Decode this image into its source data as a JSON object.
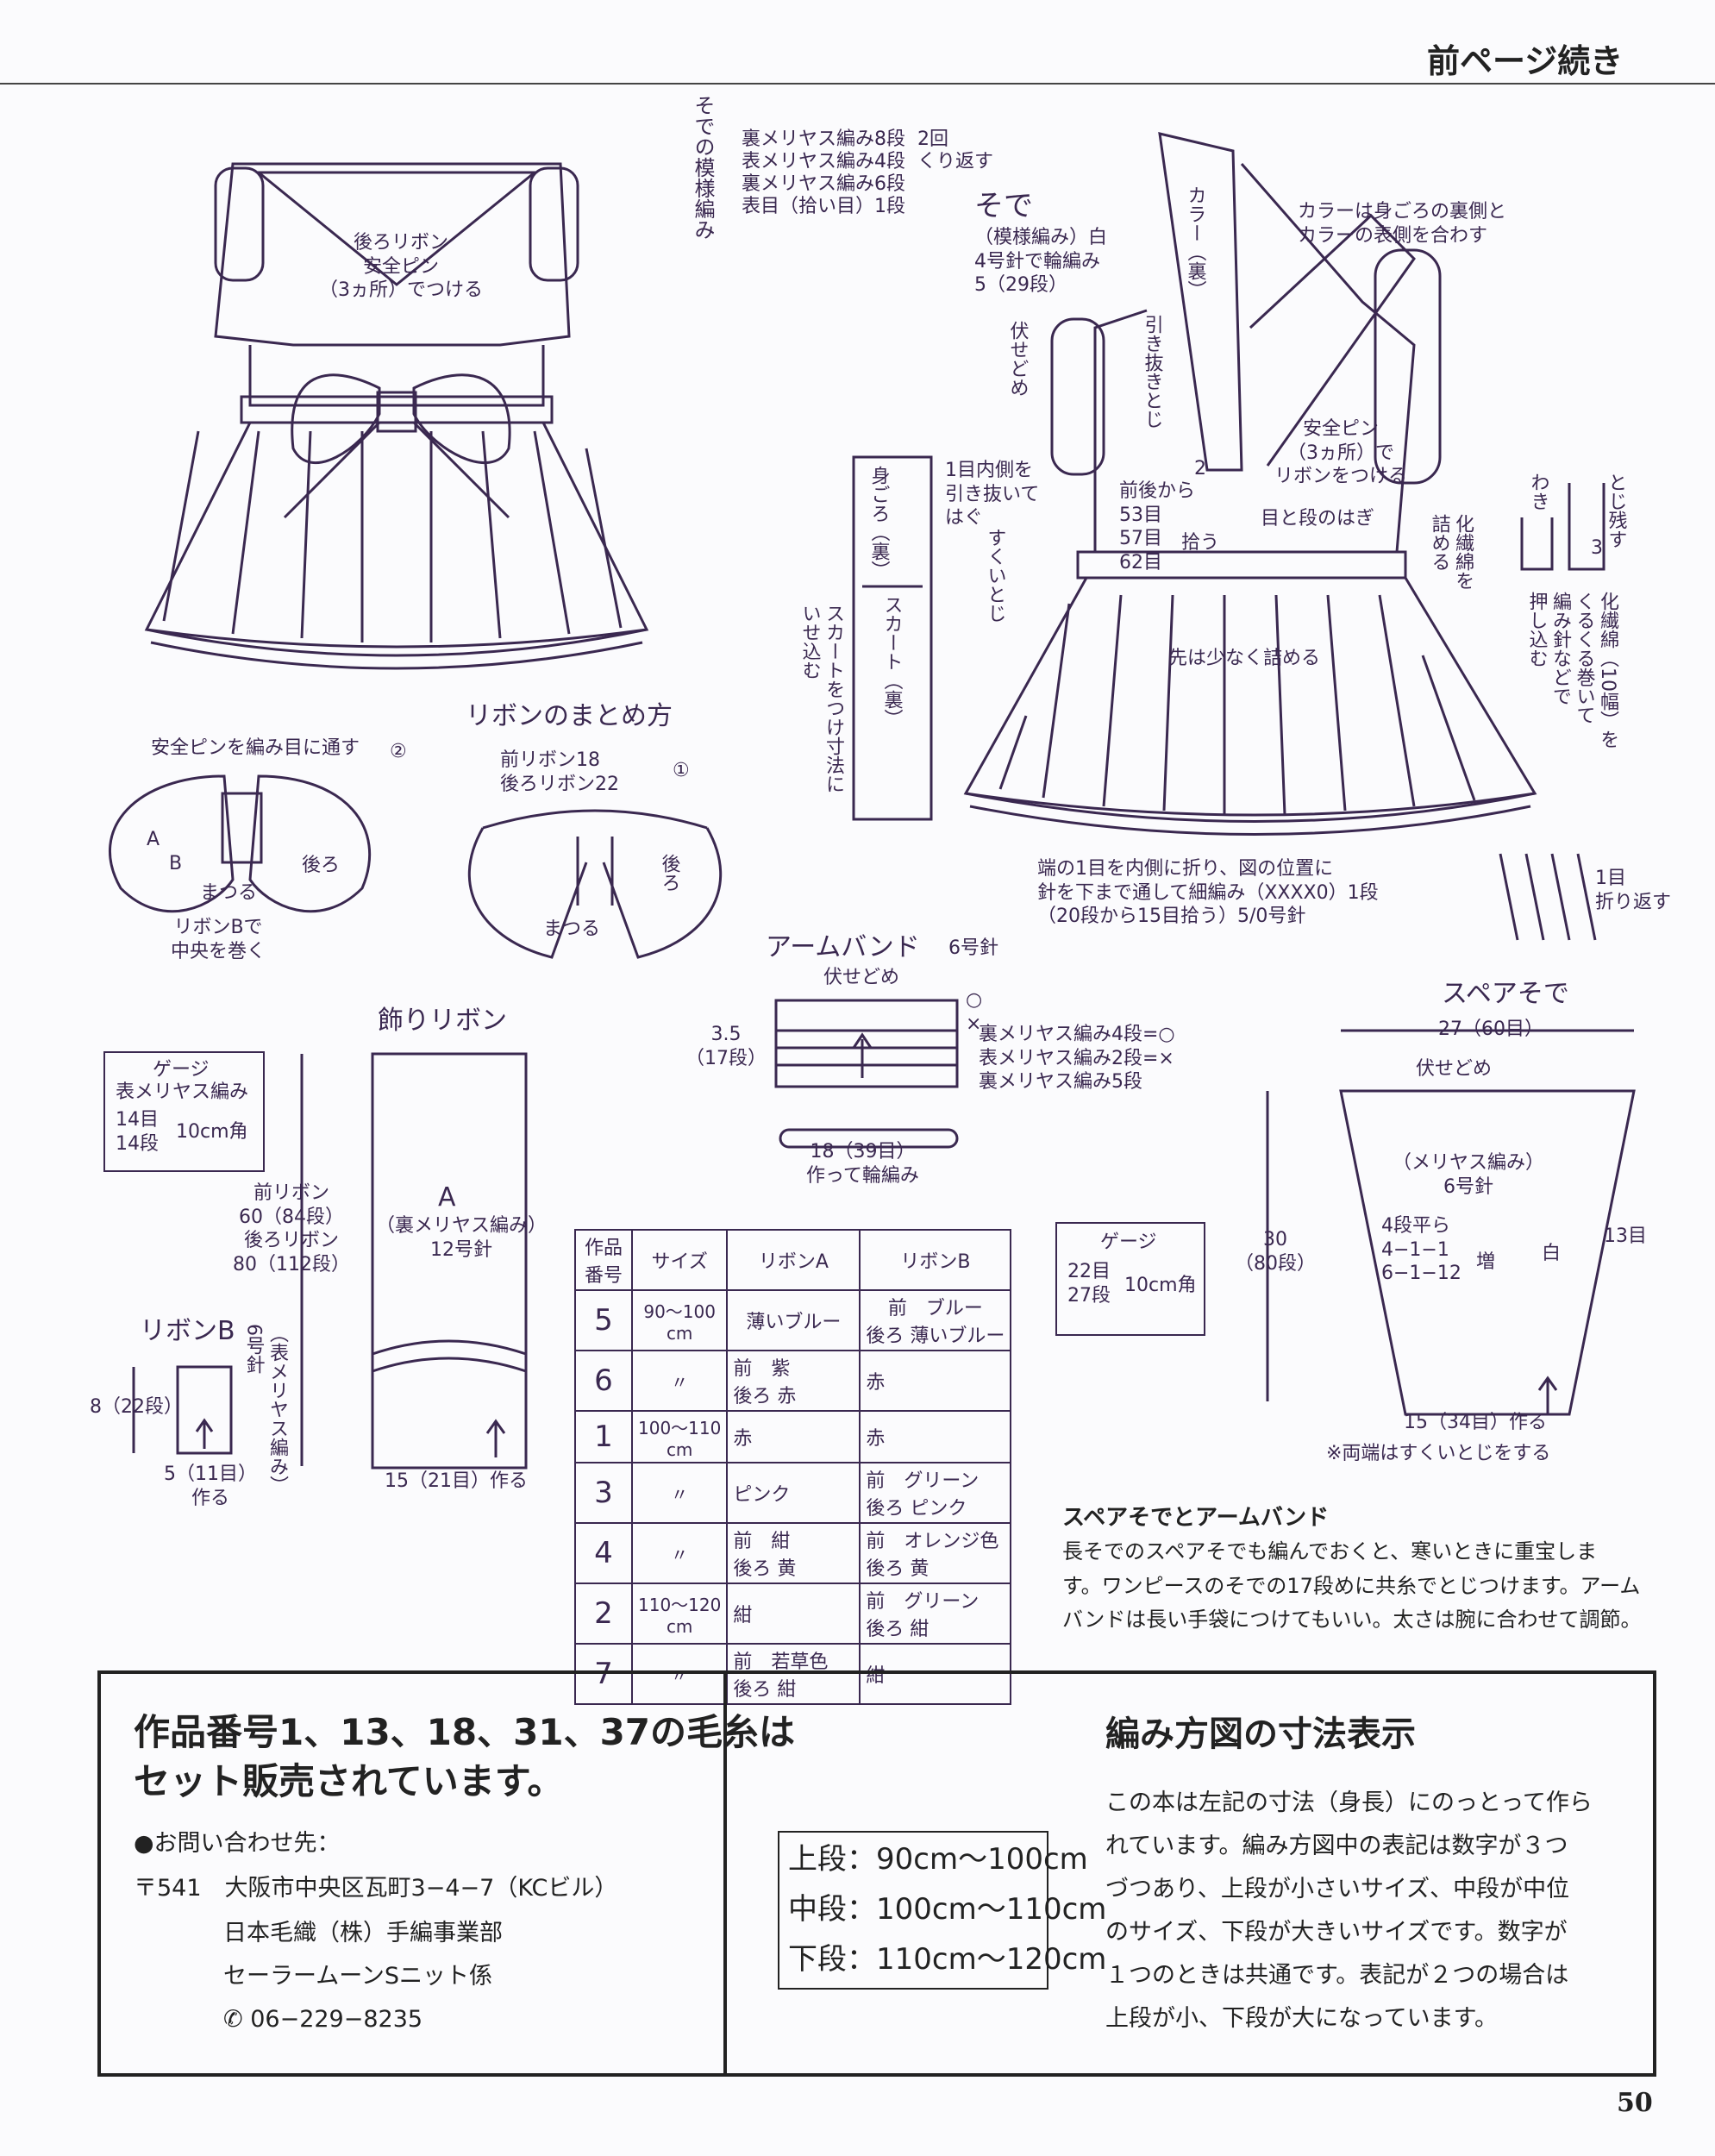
{
  "header": {
    "title": "前ページ続き"
  },
  "left_dress": {
    "note": "後ろリボン\n安全ピン\n（3ヵ所）でつける"
  },
  "sleeve_pattern": {
    "title": "そでの模様編み",
    "lines": [
      "裏メリヤス編み8段  2回",
      "表メリヤス編み4段  くり返す",
      "裏メリヤス編み6段",
      "表目（拾い目）1段"
    ]
  },
  "sleeve": {
    "title": "そで",
    "desc": "（模様編み）白\n4号針で輪編み\n5（29段）",
    "bind_off": "伏せどめ"
  },
  "right_dress": {
    "collar": "カラー（裏）",
    "collar_note": "カラーは身ごろの裏側と\nカラーの表側を合わす",
    "slip_stitch": "引き抜きとじ",
    "pin_note": "安全ピン\n（3ヵ所）で\nリボンをつける",
    "two": "2",
    "graft": "目と段のはぎ",
    "pickup": "前後から\n53目\n57目\n62目",
    "pickup2": "拾う",
    "inner": "1目内側を\n引き抜いて\nはぐ",
    "body_back": "身ごろ（裏）",
    "skirt_back": "スカート（裏）",
    "ease": "スカートをつけ寸法に\nいせ込む",
    "mattress": "すくいとじ",
    "tip": "先は少なく詰める",
    "stuff": "化繊綿を\n詰める",
    "side": "わき",
    "leave": "とじ残す",
    "three": "3",
    "roll": "化繊綿（10幅）を\nくるくる巻いて\n編み針などで\n押し込む",
    "edge": "端の1目を内側に折り、図の位置に\n針を下まで通して細編み（XXXX0）1段\n（20段から15目拾う）5/0号針",
    "fold": "1目\n折り返す"
  },
  "ribbon_method": {
    "title": "リボンのまとめ方",
    "step2": "安全ピンを編み目に通す",
    "n2": "②",
    "step1": "前リボン18\n後ろリボン22",
    "n1": "①",
    "a": "A",
    "b": "B",
    "back": "後ろ",
    "sew": "まつる",
    "wrap": "リボンBで\n中央を巻く",
    "back2": "後ろ",
    "sew2": "まつる"
  },
  "armband": {
    "title": "アームバンド",
    "needle": "6号針",
    "bind_off": "伏せどめ",
    "height": "3.5\n（17段）",
    "rows": "裏メリヤス編み4段=○\n表メリヤス編み2段=×\n裏メリヤス編み5段",
    "marks": "○\n×",
    "cast": "18（39目）\n作って輪編み"
  },
  "spare_sleeve": {
    "title": "スペアそで",
    "top": "27（60目）",
    "bind_off": "伏せどめ",
    "stitch": "（メリヤス編み）\n6号針",
    "inc": "4段平ら\n4−1−1\n6−1−12",
    "inc_label": "増",
    "color": "白",
    "side": "13目",
    "height": "30\n（80段）",
    "cast": "15（34目）作る",
    "note": "※両端はすくいとじをする"
  },
  "gauge2": {
    "title": "ゲージ",
    "rows": "22目\n27段",
    "size": "10cm角"
  },
  "gauge1": {
    "title": "ゲージ",
    "stitch": "表メリヤス編み",
    "rows": "14目\n14段",
    "size": "10cm角"
  },
  "deco_ribbon": {
    "title": "飾りリボン",
    "label": "A",
    "stitch": "（裏メリヤス編み）\n12号針",
    "cast": "15（21目）作る",
    "lengths": "前リボン\n60（84段）\n後ろリボン\n80（112段）"
  },
  "ribbon_b": {
    "title": "リボンB",
    "height": "8（22段）",
    "cast": "5（11目）\n作る",
    "stitch": "（表メリヤス編み）\n6号針"
  },
  "table": {
    "headers": [
      "作品番号",
      "サイズ",
      "リボンA",
      "リボンB"
    ],
    "rows": [
      [
        "5",
        "90〜100\ncm",
        "薄いブルー",
        "前　ブルー\n後ろ 薄いブルー"
      ],
      [
        "6",
        "〃",
        "前　紫\n後ろ 赤",
        "赤"
      ],
      [
        "1",
        "100〜110\ncm",
        "赤",
        "赤"
      ],
      [
        "3",
        "〃",
        "ピンク",
        "前　グリーン\n後ろ ピンク"
      ],
      [
        "4",
        "〃",
        "前　紺\n後ろ 黄",
        "前　オレンジ色\n後ろ 黄"
      ],
      [
        "2",
        "110〜120\ncm",
        "紺",
        "前　グリーン\n後ろ 紺"
      ],
      [
        "7",
        "〃",
        "前　若草色\n後ろ 紺",
        "紺"
      ]
    ]
  },
  "spare_note": {
    "title": "スペアそでとアームバンド",
    "body": "長そでのスペアそでも編んでおくと、寒いときに重宝しま\nす。ワンピースのそでの17段めに共糸でとじつけます。アーム\nバンドは長い手袋につけてもいい。太さは腕に合わせて調節。"
  },
  "bottom": {
    "title": "作品番号1、13、18、31、37の毛糸は\nセット販売されています。",
    "contact_label": "●お問い合わせ先：",
    "address": "〒541　大阪市中央区瓦町3−4−7（KCビル）",
    "company": "日本毛織（株）手編事業部",
    "dept": "セーラームーンSニット係",
    "phone": "06−229−8235",
    "sizes": [
      "上段：90cm〜100cm",
      "中段：100cm〜110cm",
      "下段：110cm〜120cm"
    ],
    "size_title": "編み方図の寸法表示",
    "size_body": "この本は左記の寸法（身長）にのっとって作ら\nれています。編み方図中の表記は数字が３つ\nづつあり、上段が小さいサイズ、中段が中位\nのサイズ、下段が大きいサイズです。数字が\n１つのときは共通です。表記が２つの場合は\n上段が小、下段が大になっています。"
  },
  "page_number": "50",
  "colors": {
    "ink": "#3a2850",
    "paper": "#fbfbfd"
  }
}
